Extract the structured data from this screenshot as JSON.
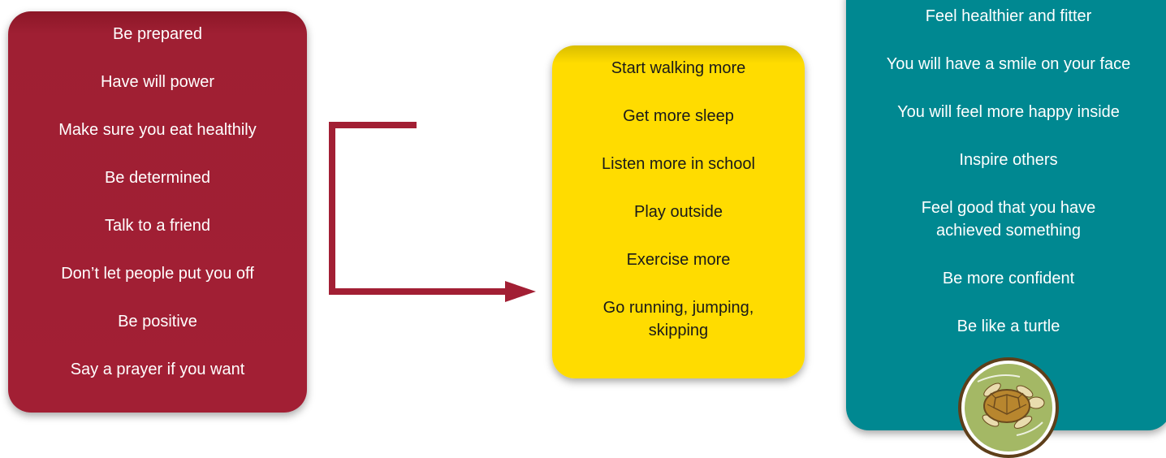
{
  "diagram": {
    "left_box": {
      "items": [
        "Be prepared",
        "Have will power",
        "Make sure you eat healthily",
        "Be determined",
        "Talk to a friend",
        "Don’t let people put you off",
        "Be positive",
        "Say a prayer if you want"
      ],
      "color": "#a21f34"
    },
    "middle_box": {
      "items": [
        "Start walking more",
        "Get more sleep",
        "Listen more in school",
        "Play outside",
        "Exercise more",
        "Go running, jumping,\nskipping"
      ],
      "color": "#ffdc00"
    },
    "right_box": {
      "items": [
        "Feel healthier and fitter",
        "You will have a smile on your face",
        "You will feel more happy inside",
        "Inspire others",
        "Feel good that you have\nachieved something",
        "Be more confident",
        "Be like a turtle"
      ],
      "color": "#008891"
    },
    "arrow_color": "#a21f34",
    "badge_icon": "turtle-icon"
  }
}
